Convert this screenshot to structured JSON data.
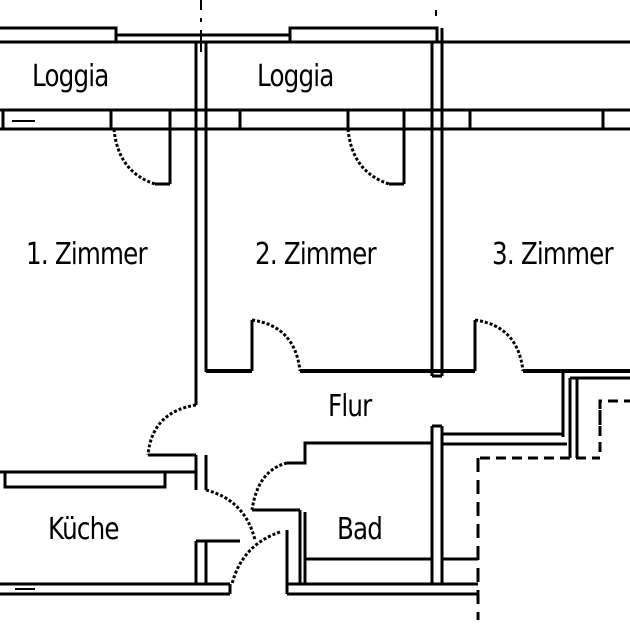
{
  "plan": {
    "line_color": "#000000",
    "background": "#ffffff",
    "rooms": [
      {
        "id": "loggia-1",
        "label": "Loggia"
      },
      {
        "id": "loggia-2",
        "label": "Loggia"
      },
      {
        "id": "zimmer-1",
        "label": "1. Zimmer"
      },
      {
        "id": "zimmer-2",
        "label": "2. Zimmer"
      },
      {
        "id": "zimmer-3",
        "label": "3. Zimmer"
      },
      {
        "id": "flur",
        "label": "Flur"
      },
      {
        "id": "kueche",
        "label": "Küche"
      },
      {
        "id": "bad",
        "label": "Bad"
      }
    ]
  }
}
